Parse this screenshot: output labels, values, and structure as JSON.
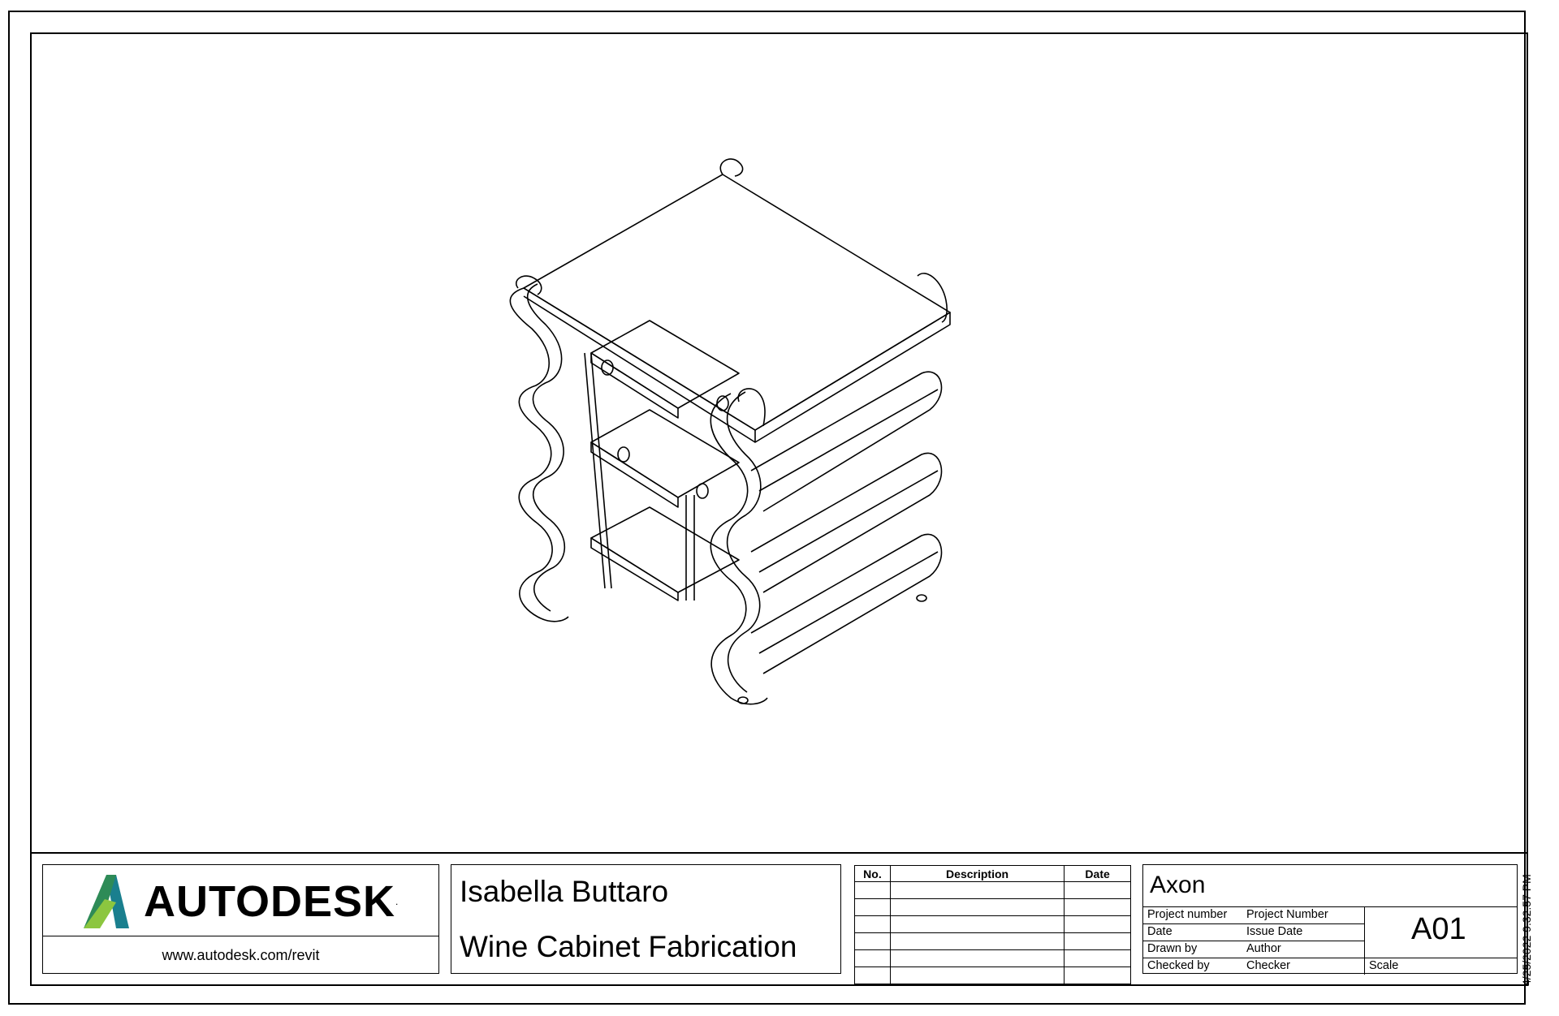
{
  "logo": {
    "wordmark": "AUTODESK",
    "trademark": ".",
    "url": "www.autodesk.com/revit"
  },
  "project": {
    "client_name": "Isabella Buttaro",
    "project_name": "Wine Cabinet Fabrication"
  },
  "revision_table": {
    "headers": [
      "No.",
      "Description",
      "Date"
    ],
    "rows": [
      [
        "",
        "",
        ""
      ],
      [
        "",
        "",
        ""
      ],
      [
        "",
        "",
        ""
      ],
      [
        "",
        "",
        ""
      ],
      [
        "",
        "",
        ""
      ],
      [
        "",
        "",
        ""
      ]
    ]
  },
  "sheet": {
    "name": "Axon",
    "project_number_label": "Project number",
    "project_number": "Project Number",
    "date_label": "Date",
    "date": "Issue Date",
    "drawn_by_label": "Drawn by",
    "drawn_by": "Author",
    "checked_by_label": "Checked by",
    "checked_by": "Checker",
    "scale_label": "Scale",
    "sheet_number": "A01"
  },
  "timestamp": "4/25/2022 9:32:57 PM",
  "colors": {
    "logo_green_light": "#8cc63f",
    "logo_green_dark": "#2e8b57",
    "logo_teal": "#1a7f8e"
  }
}
